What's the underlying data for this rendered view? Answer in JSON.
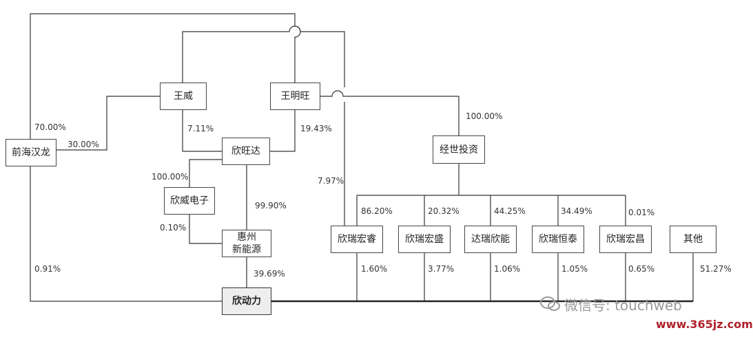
{
  "entities": {
    "qianhai": "前海汉龙",
    "wangwei": "王威",
    "wangmingwang": "王明旺",
    "xinwangda": "欣旺达",
    "xinweidianzi": "欣威电子",
    "huizhou": "惠州\n新能源",
    "xindongli": "欣动力",
    "jingshi": "经世投资",
    "xinruihongrui": "欣瑞宏睿",
    "xinruihongsheng": "欣瑞宏盛",
    "daruixinneng": "达瑞欣能",
    "xinruihengtai": "欣瑞恒泰",
    "xinruihongchang": "欣瑞宏昌",
    "qita": "其他"
  },
  "percentages": {
    "qianhai_top": "70.00%",
    "wangwei_to_qianhai": "30.00%",
    "wangwei_to_xinwangda": "7.11%",
    "wangmingwang_to_xinwangda": "19.43%",
    "xinwangda_to_xinwei": "100.00%",
    "xinwangda_to_huizhou": "99.90%",
    "xinwei_to_huizhou": "0.10%",
    "wangmingwang_to_hongrui": "7.97%",
    "wangmingwang_to_jingshi": "100.00%",
    "qianhai_to_xindongli": "0.91%",
    "huizhou_to_xindongli": "39.69%",
    "jingshi_to_hongrui": "86.20%",
    "jingshi_to_hongsheng": "20.32%",
    "jingshi_to_darui": "44.25%",
    "jingshi_to_hengtai": "34.49%",
    "jingshi_to_hongchang": "0.01%",
    "hongrui_to_xindongli": "1.60%",
    "hongsheng_to_xindongli": "3.77%",
    "darui_to_xindongli": "1.06%",
    "hengtai_to_xindongli": "1.05%",
    "hongchang_to_xindongli": "0.65%",
    "qita_to_xindongli": "51.27%"
  },
  "watermark": {
    "wechat": "微信号: touchweb",
    "site": "www.365jz.com"
  }
}
